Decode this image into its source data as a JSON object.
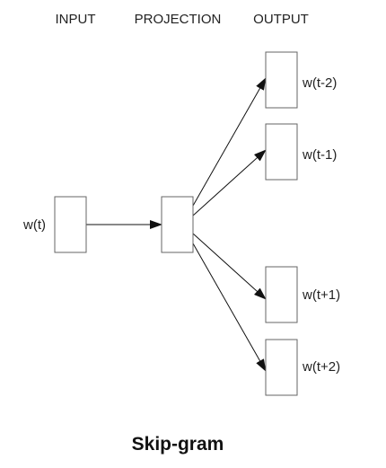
{
  "diagram": {
    "columns": {
      "input": "INPUT",
      "projection": "PROJECTION",
      "output": "OUTPUT"
    },
    "input_word": "w(t)",
    "output_words": [
      "w(t-2)",
      "w(t-1)",
      "w(t+1)",
      "w(t+2)"
    ],
    "title": "Skip-gram",
    "colors": {
      "box_stroke": "#666666",
      "arrow": "#111111",
      "text": "#222222"
    }
  }
}
